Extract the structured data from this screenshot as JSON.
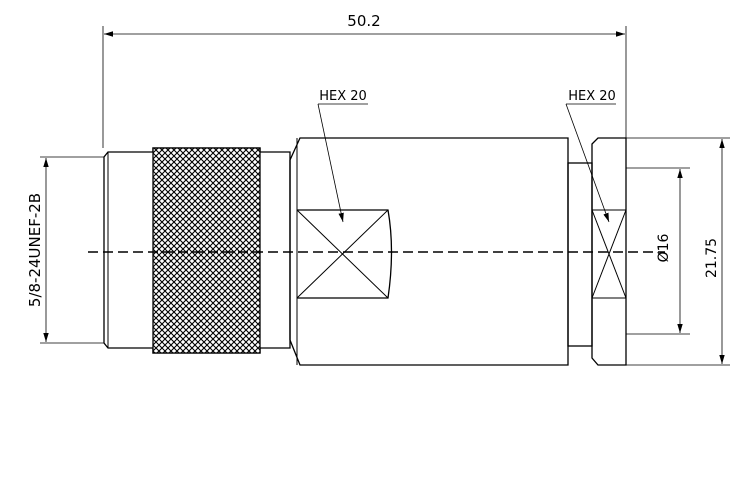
{
  "drawing": {
    "overall_length_label": "50.2",
    "thread_label": "5/8-24UNEF-2B",
    "hex_left_label": "HEX 20",
    "hex_right_label": "HEX 20",
    "diameter_label": "Ø16",
    "height_label": "21.75"
  }
}
